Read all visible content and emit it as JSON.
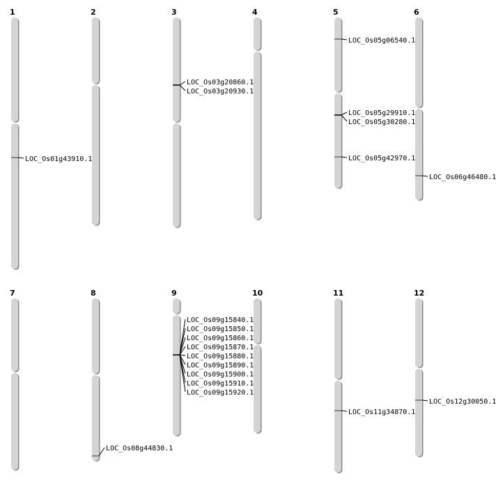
{
  "chromosomes": [
    {
      "name": "1",
      "genes": [
        "LOC_Os01g43910.1"
      ]
    },
    {
      "name": "2",
      "genes": []
    },
    {
      "name": "3",
      "genes": [
        "LOC_Os03g20860.1",
        "LOC_Os03g20930.1"
      ]
    },
    {
      "name": "4",
      "genes": []
    },
    {
      "name": "5",
      "genes": [
        "LOC_Os05g06540.1",
        "LOC_Os05g29910.1",
        "LOC_Os05g30280.1",
        "LOC_Os05g42970.1"
      ]
    },
    {
      "name": "6",
      "genes": [
        "LOC_Os06g46480.1"
      ]
    },
    {
      "name": "7",
      "genes": []
    },
    {
      "name": "8",
      "genes": [
        "LOC_Os08g44830.1"
      ]
    },
    {
      "name": "9",
      "genes": [
        "LOC_Os09g15840.1",
        "LOC_Os09g15850.1",
        "LOC_Os09g15860.1",
        "LOC_Os09g15870.1",
        "LOC_Os09g15880.1",
        "LOC_Os09g15890.1",
        "LOC_Os09g15900.1",
        "LOC_Os09g15910.1",
        "LOC_Os09g15920.1"
      ]
    },
    {
      "name": "10",
      "genes": []
    },
    {
      "name": "11",
      "genes": [
        "LOC_Os11g34870.1"
      ]
    },
    {
      "name": "12",
      "genes": [
        "LOC_Os12g30050.1"
      ]
    }
  ],
  "colors": {
    "chromosome": "#d4d4d4",
    "shadow": "#888888",
    "marker": "#333333"
  }
}
